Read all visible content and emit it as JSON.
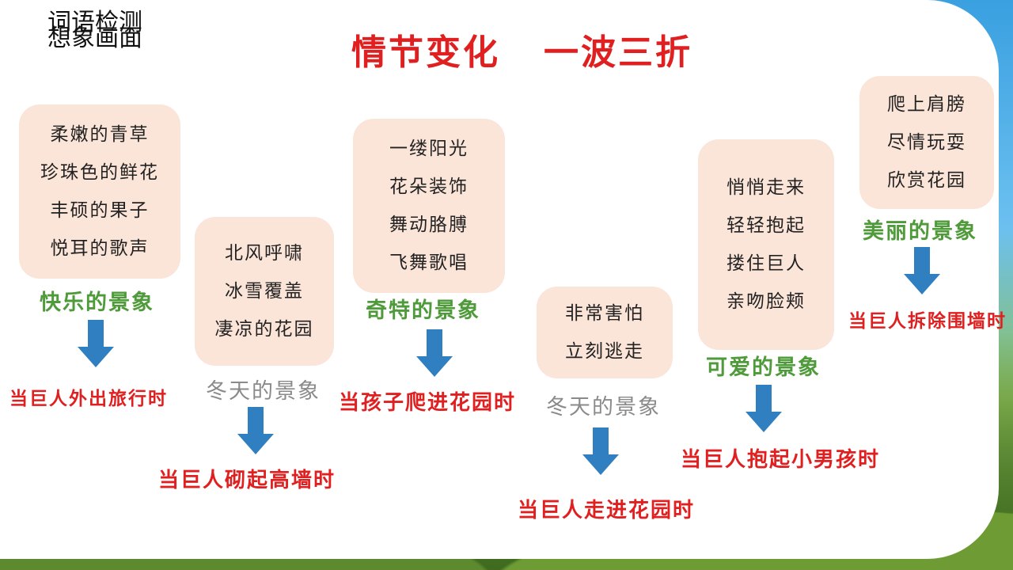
{
  "header": {
    "label_line1": "词语检测",
    "label_line2": "想象画面",
    "title": "情节变化   一波三折"
  },
  "colors": {
    "title": "#e02020",
    "scene_green": "#4f9a3a",
    "scene_gray": "#8a8a8a",
    "box_bg": "#fbe4d8",
    "arrow": "#2f7fc1"
  },
  "groups": [
    {
      "lines": [
        "柔嫩的青草",
        "珍珠色的鲜花",
        "丰硕的果子",
        "悦耳的歌声"
      ],
      "scene": "快乐的景象",
      "when": "当巨人外出旅行时"
    },
    {
      "lines": [
        "北风呼啸",
        "冰雪覆盖",
        "凄凉的花园"
      ],
      "scene": "冬天的景象",
      "when": "当巨人砌起高墙时"
    },
    {
      "lines": [
        "一缕阳光",
        "花朵装饰",
        "舞动胳膊",
        "飞舞歌唱"
      ],
      "scene": "奇特的景象",
      "when": "当孩子爬进花园时"
    },
    {
      "lines": [
        "非常害怕",
        "立刻逃走"
      ],
      "scene": "冬天的景象",
      "when": "当巨人走进花园时"
    },
    {
      "lines": [
        "悄悄走来",
        "轻轻抱起",
        "搂住巨人",
        "亲吻脸颊"
      ],
      "scene": "可爱的景象",
      "when": "当巨人抱起小男孩时"
    },
    {
      "lines": [
        "爬上肩膀",
        "尽情玩耍",
        "欣赏花园"
      ],
      "scene": "美丽的景象",
      "when": "当巨人拆除围墙时"
    }
  ]
}
